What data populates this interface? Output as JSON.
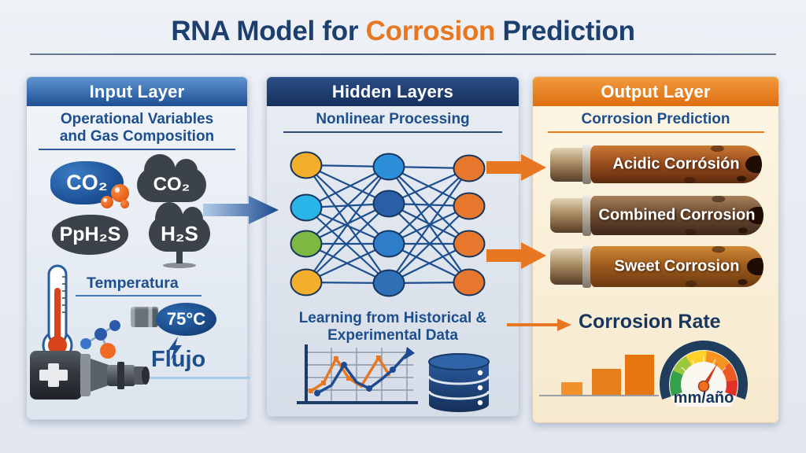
{
  "title": {
    "part1": "RNA",
    "part2": " Model for ",
    "part3": "Corrosion",
    "part4": " Prediction"
  },
  "input": {
    "header": "Input Layer",
    "subtitle1": "Operational Variables",
    "subtitle2": "and Gas Composition",
    "gases": {
      "co2_bubble": "CO₂",
      "co2_cloud": "CO₂",
      "pph2s": "PpH₂S",
      "h2s": "H₂S"
    },
    "temperature": {
      "label": "Temperatura",
      "value": "75°C"
    },
    "flow": {
      "label": "Flujo"
    }
  },
  "hidden": {
    "header": "Hidden Layers",
    "subtitle": "Nonlinear Processing",
    "learning1": "Learning from Historical &",
    "learning2": "Experimental Data",
    "network": {
      "input_colors": [
        "#f3ae2b",
        "#29b5e8",
        "#7cb842",
        "#f3ae2b"
      ],
      "hidden_colors": [
        "#2b90d9",
        "#2a5fa8",
        "#2f7ec9",
        "#2f6fb5"
      ],
      "output_colors": [
        "#e8772e",
        "#e8772e",
        "#e8772e",
        "#e8772e"
      ],
      "edge_color": "#1d4f8f",
      "node_outline": "#16365f"
    }
  },
  "output": {
    "header": "Output Layer",
    "subtitle": "Corrosion Prediction",
    "pipes": [
      {
        "label": "Acidic Corrósión"
      },
      {
        "label": "Combined Corrosion"
      },
      {
        "label": "Sweet Corrosion"
      }
    ],
    "rate": {
      "label": "Corrosion Rate",
      "unit": "mm/año"
    }
  },
  "colors": {
    "accent_orange": "#e87722",
    "navy_text": "#1c3f6e",
    "header_blue": "#1e4f92"
  }
}
